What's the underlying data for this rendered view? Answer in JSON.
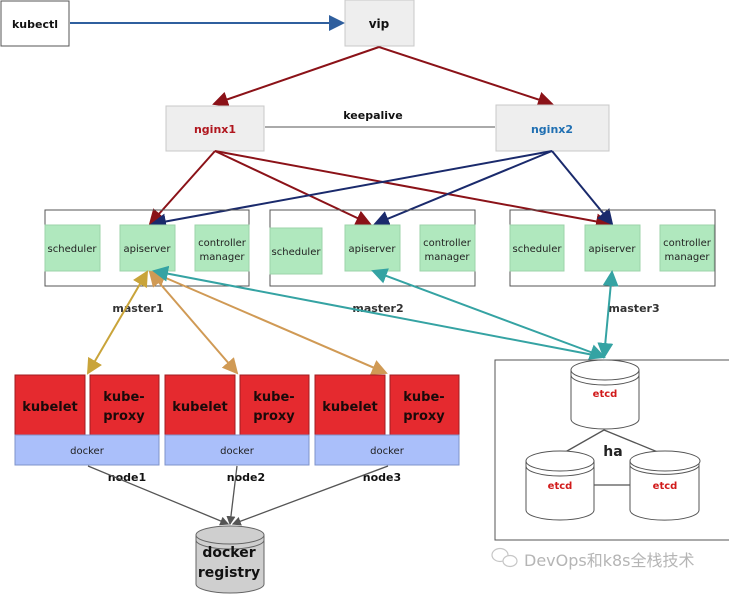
{
  "diagram": {
    "client": {
      "label": "kubectl"
    },
    "vip": {
      "label": "vip"
    },
    "load_balancers": [
      {
        "label": "nginx1",
        "color": "#b0161e"
      },
      {
        "label": "nginx2",
        "color": "#1f6fb2"
      }
    ],
    "keepalive_label": "keepalive",
    "masters": [
      {
        "label": "master1",
        "components": [
          "scheduler",
          "apiserver",
          "controller",
          "manager"
        ]
      },
      {
        "label": "master2",
        "components": [
          "scheduler",
          "apiserver",
          "controller",
          "manager"
        ]
      },
      {
        "label": "master3",
        "components": [
          "scheduler",
          "apiserver",
          "controller",
          "manager"
        ]
      }
    ],
    "nodes": [
      {
        "label": "node1",
        "kubelet": "kubelet",
        "proxy_line1": "kube-",
        "proxy_line2": "proxy",
        "runtime": "docker"
      },
      {
        "label": "node2",
        "kubelet": "kubelet",
        "proxy_line1": "kube-",
        "proxy_line2": "proxy",
        "runtime": "docker"
      },
      {
        "label": "node3",
        "kubelet": "kubelet",
        "proxy_line1": "kube-",
        "proxy_line2": "proxy",
        "runtime": "docker"
      }
    ],
    "etcd_cluster": {
      "label": "ha",
      "members": [
        "etcd",
        "etcd",
        "etcd"
      ]
    },
    "registry": {
      "line1": "docker",
      "line2": "registry"
    },
    "watermark": "DevOps和k8s全栈技术",
    "colors": {
      "client_arrow": "#2f5f9e",
      "nginx1_arrows": "#8b1218",
      "nginx2_arrows": "#1a2a6c",
      "node_links": [
        "#c9a43a",
        "#d09a55",
        "#d09a55"
      ],
      "etcd_links": "#35a3a3",
      "component_fill": "#b0e8be",
      "node_fill": "#e52a2f",
      "docker_fill": "#aabffa",
      "etcd_text": "#d11a1a"
    }
  }
}
